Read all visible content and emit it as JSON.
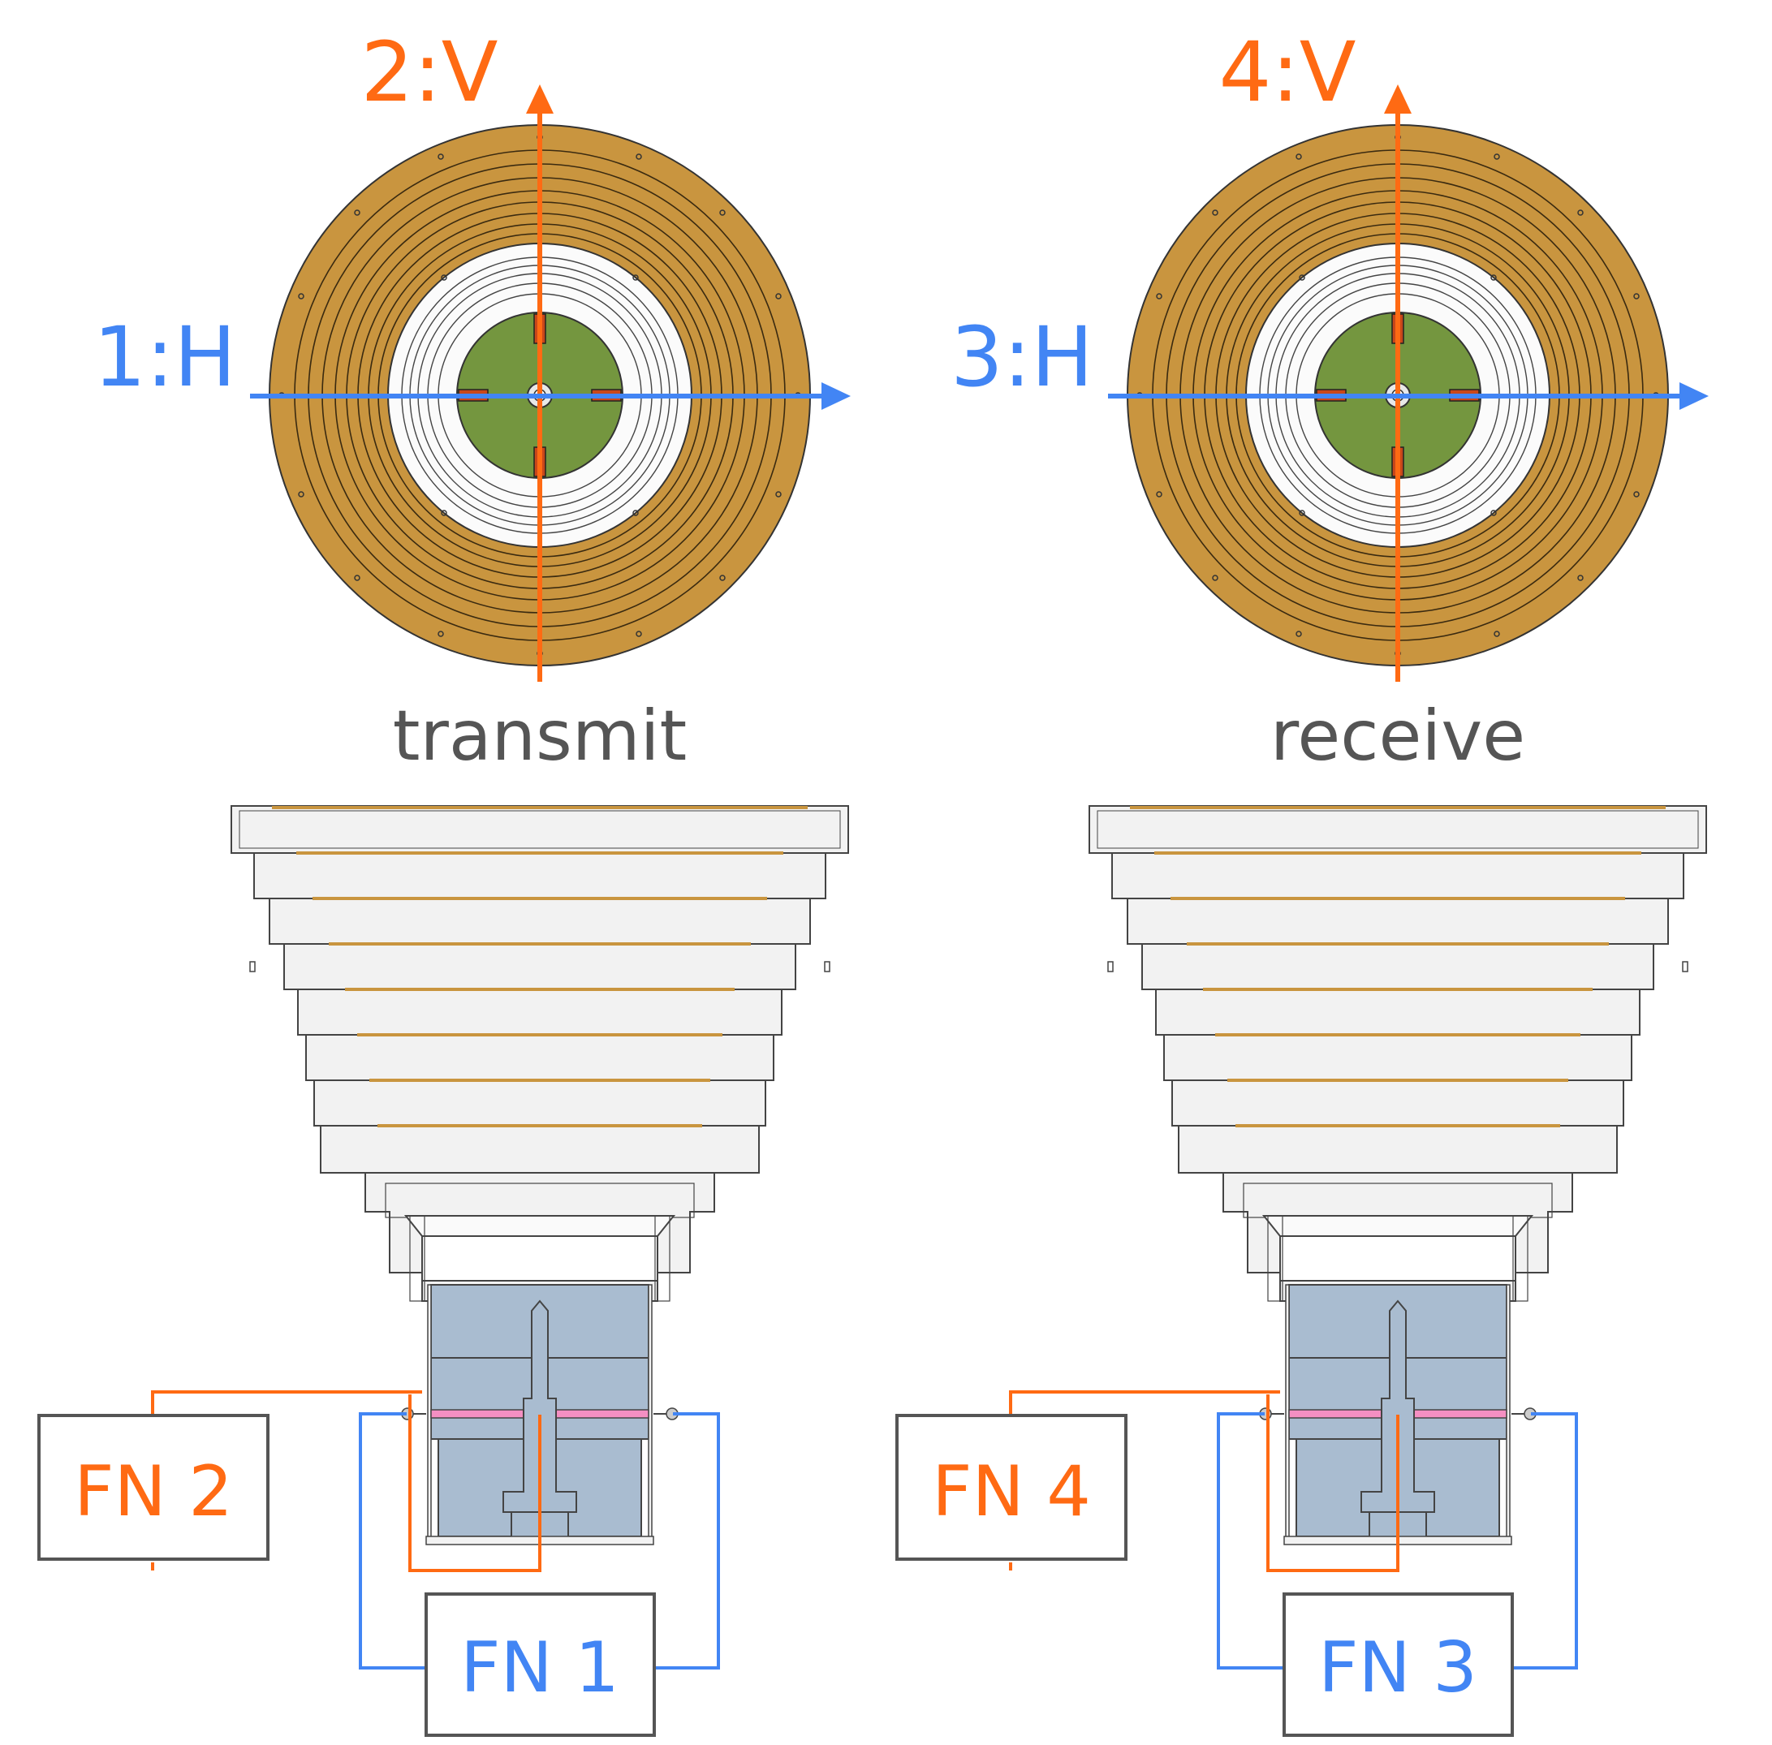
{
  "colors": {
    "orange": "#ff6a13",
    "blue": "#4285f4",
    "gold": "#c9953f",
    "green": "#74963f",
    "steel": "#a9bcd0",
    "pink": "#f48fc2",
    "caption": "#555555",
    "frame": "#555555"
  },
  "transmit": {
    "caption": "transmit",
    "h_axis": "1:H",
    "v_axis": "2:V",
    "fn_h": "FN 1",
    "fn_v": "FN 2"
  },
  "receive": {
    "caption": "receive",
    "h_axis": "3:H",
    "v_axis": "4:V",
    "fn_h": "FN 3",
    "fn_v": "FN 4"
  }
}
